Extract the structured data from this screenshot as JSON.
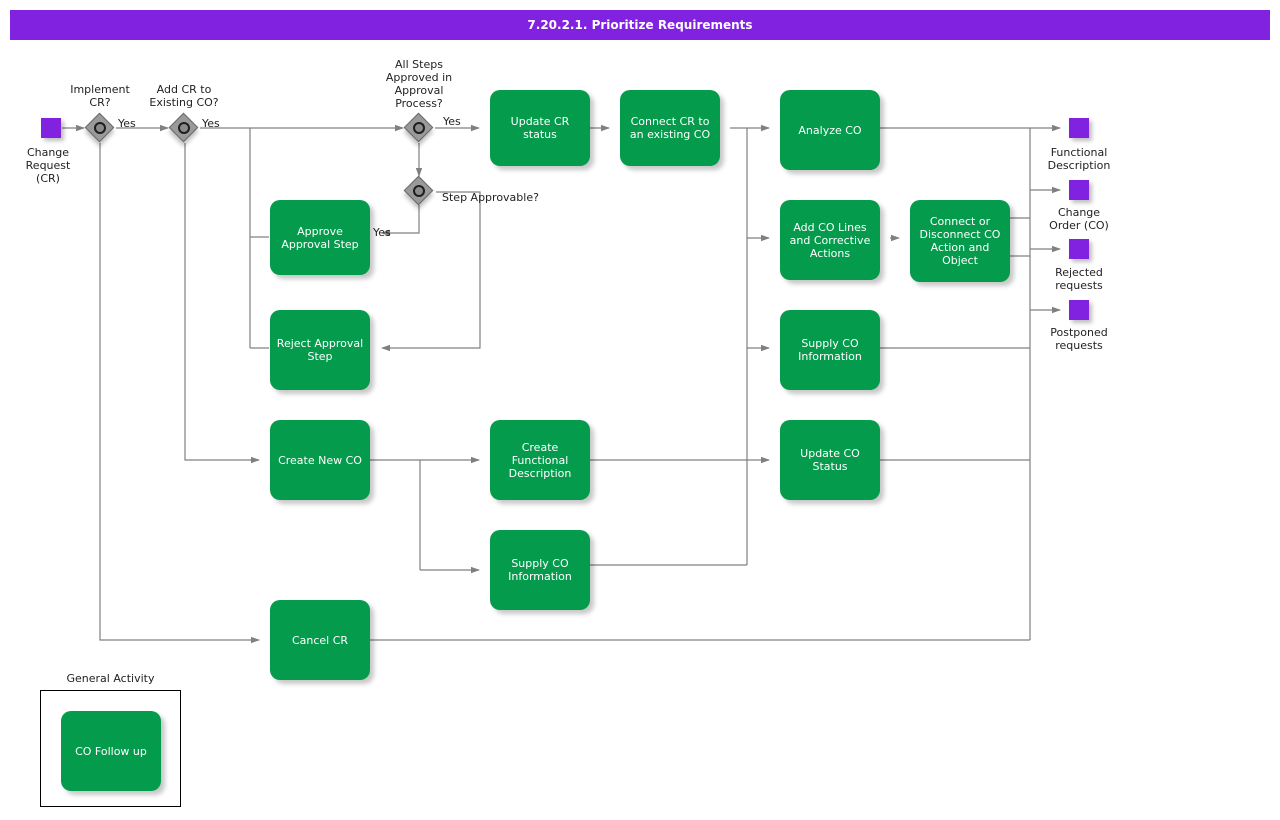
{
  "header": {
    "title": "7.20.2.1. Prioritize Requirements",
    "bar_color": "#8122e0",
    "text_color": "#ffffff"
  },
  "colors": {
    "task_green": "#059b4c",
    "event_purple": "#8122e0",
    "gateway_gray": "#9a9a9a",
    "wire_gray": "#808080",
    "text_dark": "#222222"
  },
  "start_events": [
    {
      "name": "change-request",
      "label": "Change\nRequest\n(CR)"
    }
  ],
  "end_events": [
    {
      "name": "functional-description",
      "label": "Functional\nDescription"
    },
    {
      "name": "change-order",
      "label": "Change\nOrder (CO)"
    },
    {
      "name": "rejected-requests",
      "label": "Rejected\nrequests"
    },
    {
      "name": "postponed-requests",
      "label": "Postponed\nrequests"
    }
  ],
  "gateways": [
    {
      "name": "implement-cr",
      "label": "Implement\nCR?"
    },
    {
      "name": "add-cr-to-existing-co",
      "label": "Add CR to\nExisting CO?"
    },
    {
      "name": "all-steps-approved",
      "label": "All Steps\nApproved in\nApproval\nProcess?"
    },
    {
      "name": "step-approvable",
      "label": "Step Approvable?"
    }
  ],
  "tasks": [
    {
      "name": "update-cr-status",
      "label": "Update CR\nstatus"
    },
    {
      "name": "connect-cr-to-existing-co",
      "label": "Connect CR to\nan existing CO"
    },
    {
      "name": "analyze-co",
      "label": "Analyze CO"
    },
    {
      "name": "approve-approval-step",
      "label": "Approve\nApproval Step"
    },
    {
      "name": "reject-approval-step",
      "label": "Reject Approval\nStep"
    },
    {
      "name": "add-co-lines-and-corrective-actions",
      "label": "Add CO Lines\nand Corrective\nActions"
    },
    {
      "name": "connect-or-disconnect-co-action-and-object",
      "label": "Connect or\nDisconnect CO\nAction and\nObject"
    },
    {
      "name": "supply-co-information-right",
      "label": "Supply CO\nInformation"
    },
    {
      "name": "create-new-co",
      "label": "Create New CO"
    },
    {
      "name": "create-functional-description",
      "label": "Create\nFunctional\nDescription"
    },
    {
      "name": "update-co-status",
      "label": "Update CO\nStatus"
    },
    {
      "name": "supply-co-information-mid",
      "label": "Supply CO\nInformation"
    },
    {
      "name": "cancel-cr",
      "label": "Cancel CR"
    },
    {
      "name": "co-follow-up",
      "label": "CO Follow up"
    }
  ],
  "edge_labels": [
    {
      "name": "edge-label-implement-cr-yes",
      "label": "Yes"
    },
    {
      "name": "edge-label-add-cr-yes",
      "label": "Yes"
    },
    {
      "name": "edge-label-all-steps-yes",
      "label": "Yes"
    },
    {
      "name": "edge-label-step-approvable-yes",
      "label": "Yes"
    }
  ],
  "legend": {
    "title": "General Activity",
    "task_label": "CO Follow up"
  }
}
